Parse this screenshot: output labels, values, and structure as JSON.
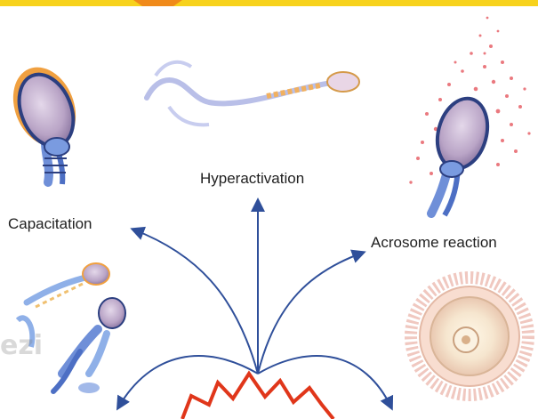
{
  "labels": {
    "hyperactivation": "Hyperactivation",
    "capacitation": "Capacitation",
    "acrosome_reaction": "Acrosome reaction"
  },
  "watermark": "ezi",
  "colors": {
    "arrow": "#2f4f9a",
    "top_bar": "#f7d21c",
    "top_bar_accent": "#f08a1a",
    "burst": "#e0361a",
    "sperm_tail": "#4d6fc4",
    "sperm_head": "#cbb8d6",
    "acrosome_cap": "#f0a040",
    "acrosome_dots": "#e34d55",
    "egg_outer": "#f0c8c0"
  }
}
